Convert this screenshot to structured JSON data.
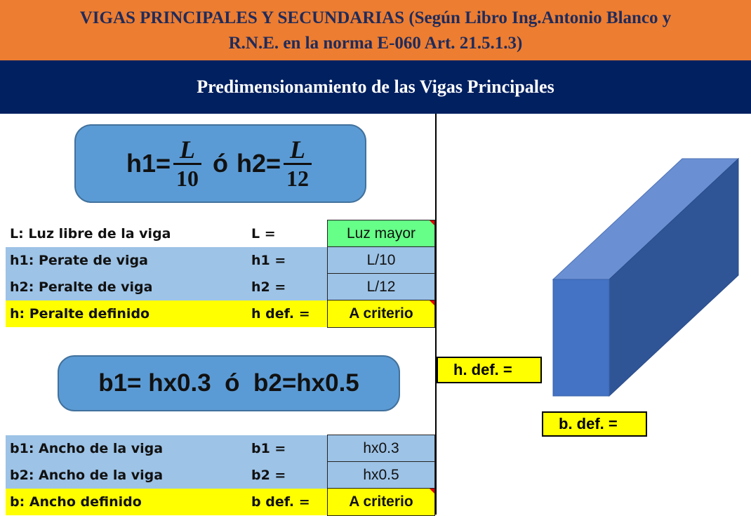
{
  "header": {
    "title_line1": "VIGAS PRINCIPALES Y SECUNDARIAS (Según Libro Ing.Antonio Blanco y",
    "title_line2": "R.N.E. en la norma E-060  Art. 21.5.1.3)",
    "subtitle": "Predimensionamiento de las Vigas Principales"
  },
  "formula_h": {
    "h1_prefix": "h1=",
    "h1_num": "L",
    "h1_den": "10",
    "or": "ó",
    "h2_prefix": "h2=",
    "h2_num": "L",
    "h2_den": "12"
  },
  "formula_b": {
    "text": "b1= hx0.3  ó  b2=hx0.5"
  },
  "rows_h": [
    {
      "label": "L: Luz libre de la viga",
      "symbol": "L =",
      "value": "Luz mayor"
    },
    {
      "label": "h1: Perate de viga",
      "symbol": "h1 =",
      "value": "L/10"
    },
    {
      "label": "h2: Peralte de viga",
      "symbol": "h2 =",
      "value": "L/12"
    },
    {
      "label": "h: Peralte definido",
      "symbol": "h def. =",
      "value": "A criterio"
    }
  ],
  "rows_b": [
    {
      "label": "b1: Ancho de la viga",
      "symbol": "b1 =",
      "value": "hx0.3"
    },
    {
      "label": "b2: Ancho de la viga",
      "symbol": "b2 =",
      "value": "hx0.5"
    },
    {
      "label": "b: Ancho definido",
      "symbol": "b def. =",
      "value": "A criterio"
    }
  ],
  "diagram": {
    "h_def_label": "h. def. =",
    "b_def_label": "b. def. =",
    "colors": {
      "front": "#4472C4",
      "top": "#6A8FD3",
      "side": "#2F5597"
    }
  }
}
